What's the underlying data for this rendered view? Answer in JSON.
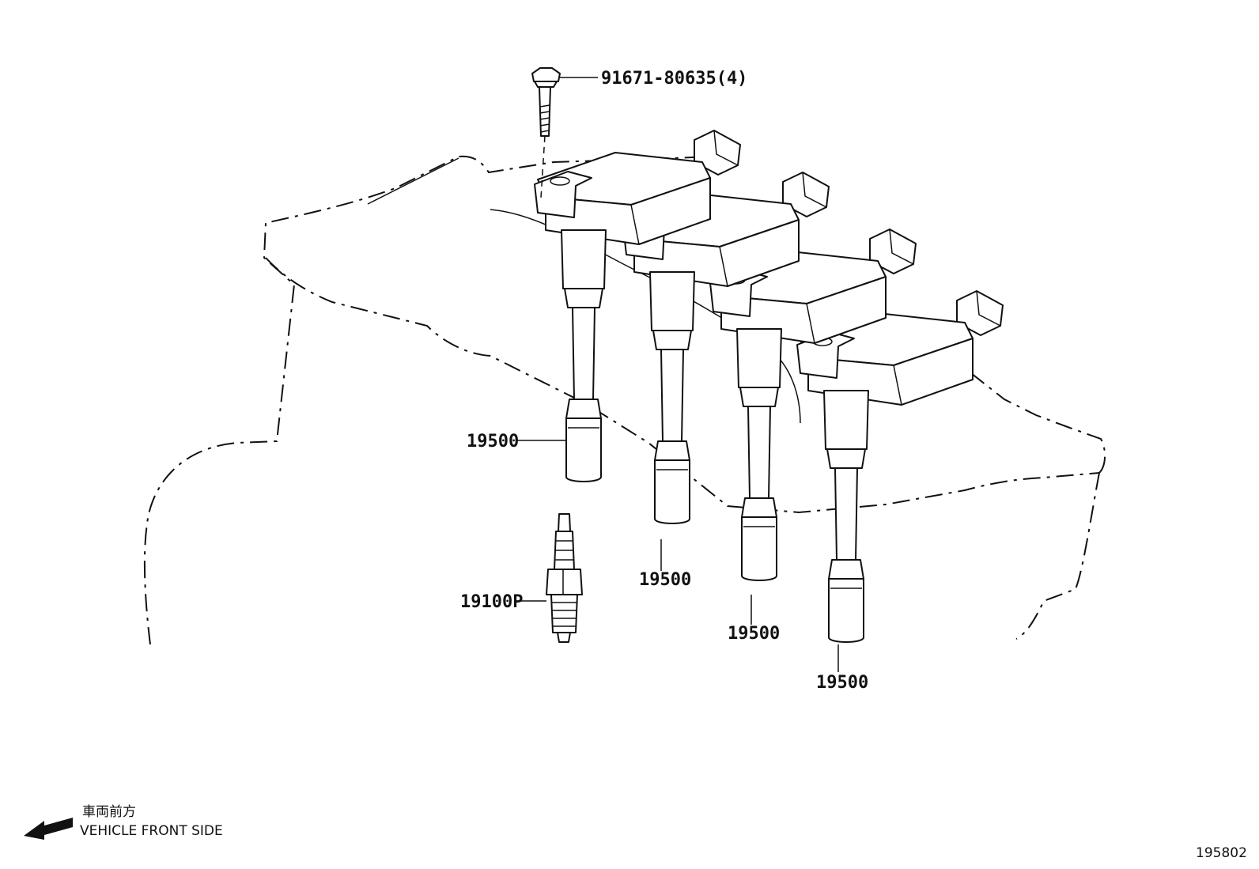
{
  "labels": {
    "bolt": "91671-80635(4)",
    "coil_1": "19500",
    "coil_2": "19500",
    "coil_3": "19500",
    "coil_4": "19500",
    "spark_plug": "19100P"
  },
  "legend": {
    "japanese": "車両前方",
    "english": "VEHICLE FRONT SIDE"
  },
  "illustration_number": "195802"
}
